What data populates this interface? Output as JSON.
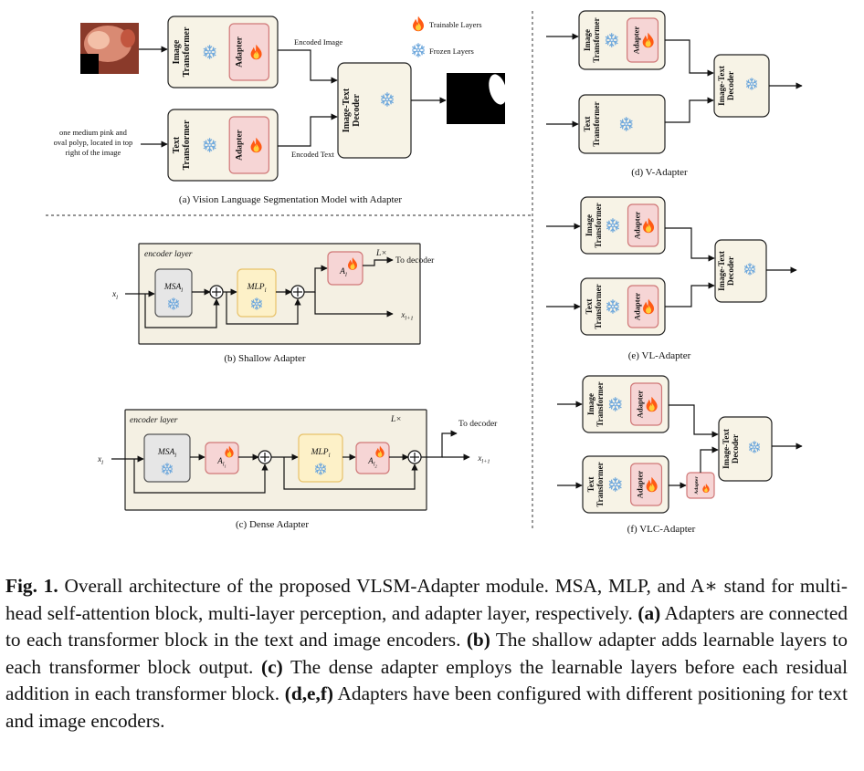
{
  "colors": {
    "block_fill": "#f7f3e6",
    "adapter_fill": "#f6d5d5",
    "adapter_stroke": "#d07878",
    "msa_fill": "#e6e6e6",
    "mlp_fill": "#fdf1c8",
    "mlp_stroke": "#e8c26a",
    "flame": "#ff6a1a",
    "snowflake": "#6fa8dc",
    "encoder_fill": "#f4f0e3"
  },
  "icons": {
    "trainable": "flame-icon",
    "frozen": "snowflake-icon"
  },
  "legend": {
    "trainable": "Trainable Layers",
    "frozen": "Frozen Layers"
  },
  "panel_a": {
    "image_transformer": [
      "Image",
      "Transformer"
    ],
    "text_transformer": [
      "Text",
      "Transformer"
    ],
    "adapter": "Adapter",
    "decoder": [
      "Image-Text",
      "Decoder"
    ],
    "encoded_image": "Encoded Image",
    "encoded_text": "Encoded Text",
    "prompt_lines": [
      "one medium pink and",
      "oval polyp, located in top",
      "right of the image"
    ],
    "caption": "(a) Vision Language Segmentation Model with Adapter"
  },
  "panel_b": {
    "encoder_layer": "encoder layer",
    "repeat": "L×",
    "input": "x",
    "input_sub": "l",
    "output": "x",
    "output_sub": "l+1",
    "msa": "MSA",
    "msa_sub": "l",
    "mlp": "MLP",
    "mlp_sub": "l",
    "adapter": "A",
    "adapter_sub": "l",
    "to_decoder": "To decoder",
    "caption": "(b) Shallow Adapter"
  },
  "panel_c": {
    "encoder_layer": "encoder layer",
    "repeat": "L×",
    "input": "x",
    "input_sub": "l",
    "output": "x",
    "output_sub": "l+1",
    "msa": "MSA",
    "msa_sub": "l",
    "mlp": "MLP",
    "mlp_sub": "l",
    "adapter": "A",
    "adapter1_sub": "l",
    "adapter1_subsub": "1",
    "adapter2_sub": "l",
    "adapter2_subsub": "2",
    "to_decoder": "To decoder",
    "caption": "(c) Dense Adapter"
  },
  "panel_d": {
    "image_transformer": [
      "Image",
      "Transformer"
    ],
    "text_transformer": [
      "Text",
      "Transformer"
    ],
    "adapter": "Adapter",
    "decoder": [
      "Image-Text",
      "Decoder"
    ],
    "caption": "(d) V-Adapter"
  },
  "panel_e": {
    "image_transformer": [
      "Image",
      "Transformer"
    ],
    "text_transformer": [
      "Text",
      "Transformer"
    ],
    "adapter": "Adapter",
    "decoder": [
      "Image-Text",
      "Decoder"
    ],
    "caption": "(e) VL-Adapter"
  },
  "panel_f": {
    "image_transformer": [
      "Image",
      "Transformer"
    ],
    "text_transformer": [
      "Text",
      "Transformer"
    ],
    "adapter": "Adapter",
    "small_adapter": "Adapter",
    "decoder": [
      "Image-Text",
      "Decoder"
    ],
    "caption": "(f) VLC-Adapter"
  },
  "figure_caption": {
    "label": "Fig. 1.",
    "part1": " Overall architecture of the proposed VLSM-Adapter module. MSA, MLP, and A∗ stand for multi-head self-attention block, multi-layer perception, and adapter layer, respectively. ",
    "a_label": "(a)",
    "part2": " Adapters are connected to each transformer block in the text and image encoders. ",
    "b_label": "(b)",
    "part3": " The shallow adapter adds learnable layers to each transformer block output. ",
    "c_label": "(c)",
    "part4": " The dense adapter employs the learnable layers before each residual addition in each transformer block. ",
    "def_label": "(d,e,f)",
    "part5": " Adapters have been configured with different positioning for text and image encoders."
  }
}
